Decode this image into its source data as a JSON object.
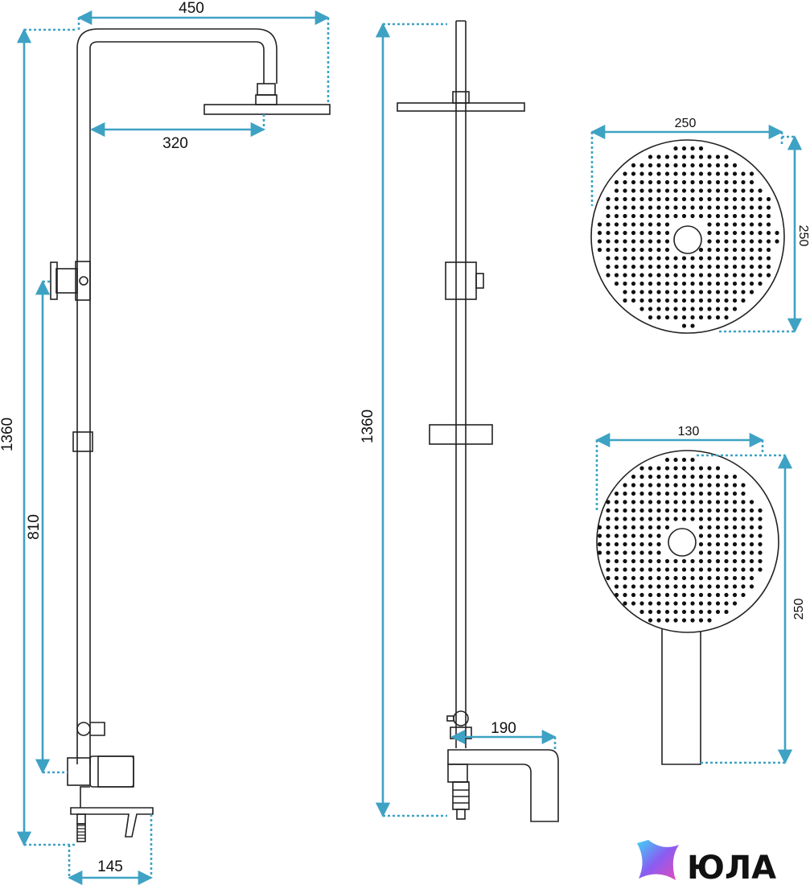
{
  "colors": {
    "dimension_line": "#3ea2c4",
    "outline": "#222222",
    "logo_gradient": [
      "#3fd3f5",
      "#8a5cf2",
      "#e64bb8"
    ]
  },
  "front_view": {
    "width_total": "450",
    "head_reach": "320",
    "height_total": "1360",
    "diverter_height": "810",
    "mixer_width": "145"
  },
  "side_view": {
    "height_total": "1360",
    "spout_projection": "190"
  },
  "overhead_shower": {
    "width": "250",
    "height": "250"
  },
  "hand_shower": {
    "width": "130",
    "length": "250"
  },
  "brand": {
    "name": "ЮЛА"
  }
}
